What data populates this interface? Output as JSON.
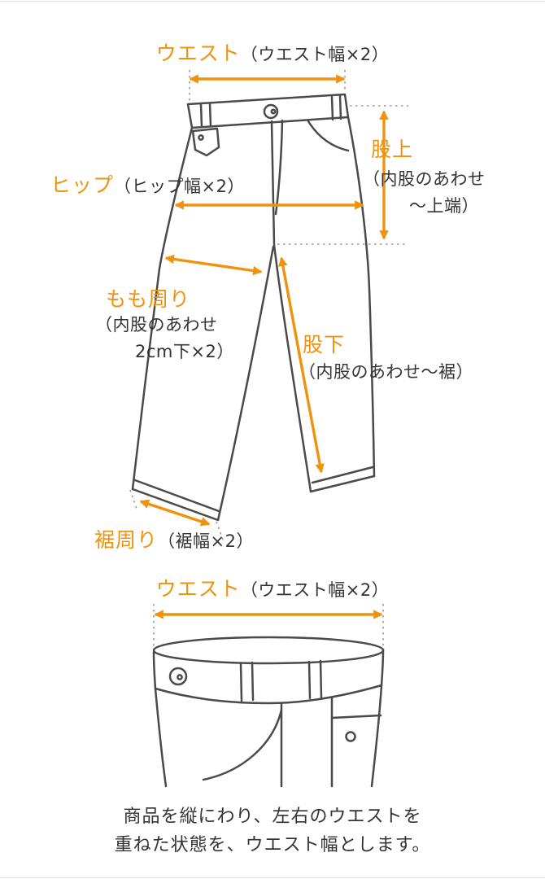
{
  "colors": {
    "accent": "#F0920E",
    "line": "#4A4A4A",
    "text": "#333333",
    "dotted": "#9A9A9A"
  },
  "diagram_top": {
    "waist": {
      "label": "ウエスト",
      "sub": "（ウエスト幅×2）"
    },
    "rise": {
      "label": "股上",
      "sub_line1": "（内股のあわせ",
      "sub_line2": "～上端）"
    },
    "hip": {
      "label": "ヒップ",
      "sub": "（ヒップ幅×2）"
    },
    "thigh": {
      "label": "もも周り",
      "sub_line1": "（内股のあわせ",
      "sub_line2": "2cm下×2）"
    },
    "inseam": {
      "label": "股下",
      "sub": "（内股のあわせ～裾）"
    },
    "hem": {
      "label": "裾周り",
      "sub": "（裾幅×2）"
    }
  },
  "diagram_bottom": {
    "waist": {
      "label": "ウエスト",
      "sub": "（ウエスト幅×2）"
    },
    "note_line1": "商品を縦にわり、左右のウエストを",
    "note_line2": "重ねた状態を、ウエスト幅とします。"
  }
}
